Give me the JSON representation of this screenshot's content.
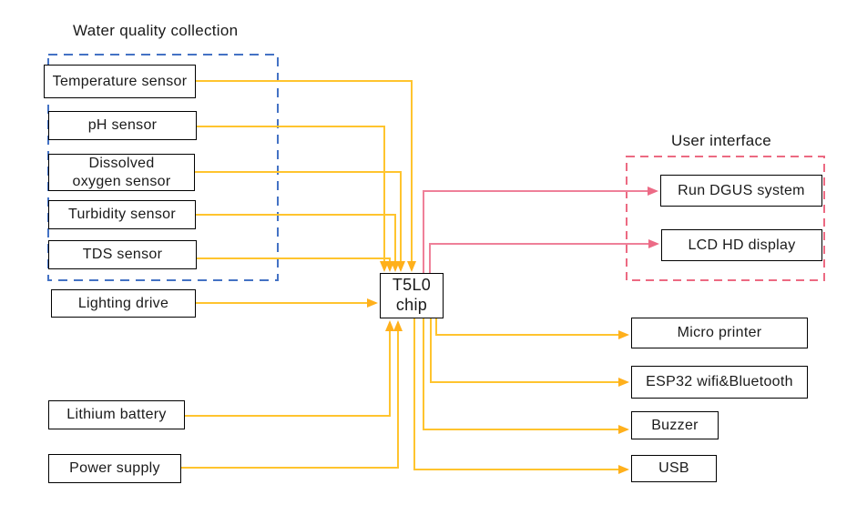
{
  "groups": {
    "water_quality": {
      "title": "Water quality collection"
    },
    "user_interface": {
      "title": "User interface"
    }
  },
  "nodes": {
    "temperature": {
      "label": "Temperature sensor"
    },
    "ph": {
      "label": "pH sensor"
    },
    "dissolved_oxygen": {
      "line1": "Dissolved",
      "line2": "oxygen sensor"
    },
    "turbidity": {
      "label": "Turbidity sensor"
    },
    "tds": {
      "label": "TDS sensor"
    },
    "lighting": {
      "label": "Lighting drive"
    },
    "lithium": {
      "label": "Lithium battery"
    },
    "power": {
      "label": "Power supply"
    },
    "chip": {
      "line1": "T5L0",
      "line2": "chip"
    },
    "run_dgus": {
      "label": "Run DGUS system"
    },
    "lcd": {
      "label": "LCD HD display"
    },
    "printer": {
      "label": "Micro printer"
    },
    "esp32": {
      "label": "ESP32 wifi&Bluetooth"
    },
    "buzzer": {
      "label": "Buzzer"
    },
    "usb": {
      "label": "USB"
    }
  },
  "edges": [
    {
      "from": "Temperature sensor",
      "to": "T5L0 chip",
      "color": "yellow"
    },
    {
      "from": "pH sensor",
      "to": "T5L0 chip",
      "color": "yellow"
    },
    {
      "from": "Dissolved oxygen sensor",
      "to": "T5L0 chip",
      "color": "yellow"
    },
    {
      "from": "Turbidity sensor",
      "to": "T5L0 chip",
      "color": "yellow"
    },
    {
      "from": "TDS sensor",
      "to": "T5L0 chip",
      "color": "yellow"
    },
    {
      "from": "Lighting drive",
      "to": "T5L0 chip",
      "color": "yellow"
    },
    {
      "from": "Lithium battery",
      "to": "T5L0 chip",
      "color": "yellow"
    },
    {
      "from": "Power supply",
      "to": "T5L0 chip",
      "color": "yellow"
    },
    {
      "from": "T5L0 chip",
      "to": "Run DGUS system",
      "color": "pink"
    },
    {
      "from": "T5L0 chip",
      "to": "LCD HD display",
      "color": "pink"
    },
    {
      "from": "T5L0 chip",
      "to": "Micro printer",
      "color": "yellow"
    },
    {
      "from": "T5L0 chip",
      "to": "ESP32 wifi&Bluetooth",
      "color": "yellow"
    },
    {
      "from": "T5L0 chip",
      "to": "Buzzer",
      "color": "yellow"
    },
    {
      "from": "T5L0 chip",
      "to": "USB",
      "color": "yellow"
    }
  ],
  "colors": {
    "connector_yellow": "#FFC42E",
    "arrow_yellow": "#FFB01C",
    "connector_pink": "#EF8099",
    "arrow_pink": "#EC6B86",
    "group_dash_blue": "#4472C4",
    "group_dash_pink": "#EC6A82",
    "box_border": "#000000",
    "text": "#1A1A1A",
    "background": "#FFFFFF"
  }
}
